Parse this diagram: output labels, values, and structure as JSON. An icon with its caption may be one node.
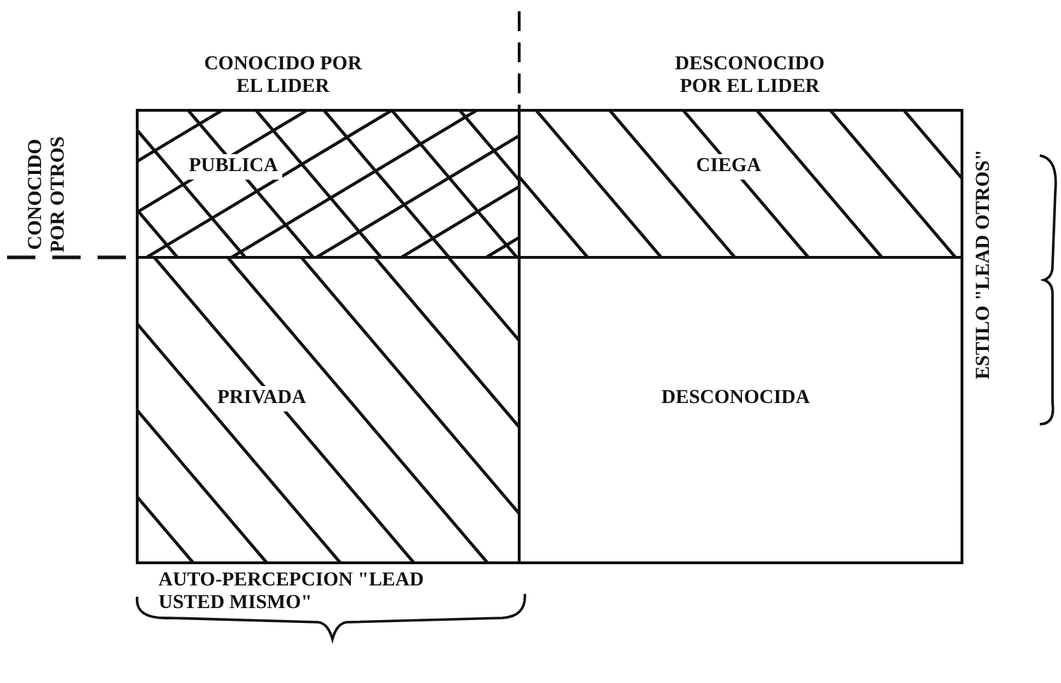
{
  "diagram": {
    "nodes": [
      {
        "text": [
          "PUBLICA"
        ]
      },
      {
        "text": [
          "CIEGA"
        ]
      },
      {
        "text": [
          "PRIVADA"
        ]
      },
      {
        "text": [
          "DESCONOCIDA"
        ]
      }
    ],
    "labels": [
      "CONOCIDO POR EL LIDER",
      "DESCONOCIDO POR EL LIDER",
      "CONOCIDO POR OTROS",
      "ESTILO \"LEAD OTROS\"",
      "AUTO-PERCEPCION \"LEAD USTED MISMO\""
    ]
  }
}
